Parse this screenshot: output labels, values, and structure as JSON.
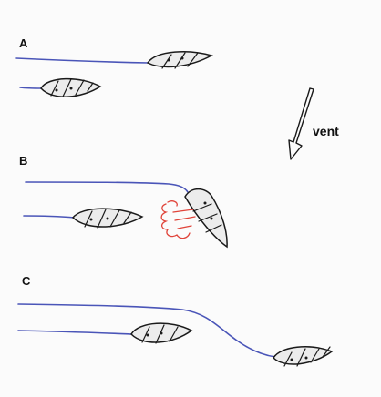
{
  "labels": {
    "section_a": "A",
    "section_b": "B",
    "section_c": "C",
    "wind": "vent"
  },
  "colors": {
    "wake_line": "#4a55b8",
    "disturbance": "#e0443a",
    "outline": "#1a1a1a"
  },
  "icons": {
    "boat": "hatched-boat-hull",
    "wind_arrow": "arrow-down-left"
  }
}
